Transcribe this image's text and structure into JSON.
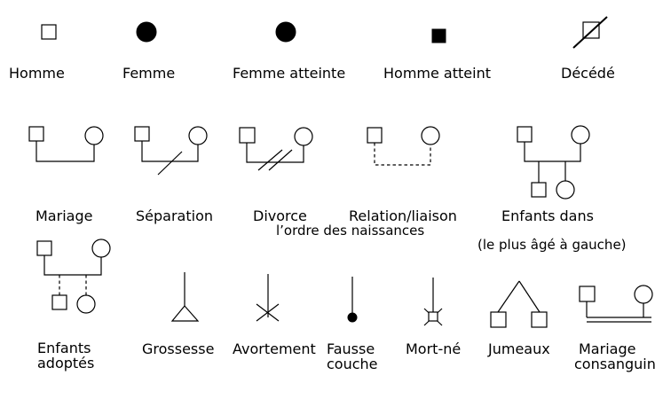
{
  "colors": {
    "background": "#ffffff",
    "line": "#000000",
    "text": "#000000"
  },
  "legend": {
    "individuals": [
      {
        "name": "homme",
        "symbol": "open-square",
        "label": "Homme"
      },
      {
        "name": "femme",
        "symbol": "filled-circle",
        "label": "Femme"
      },
      {
        "name": "femme-atteinte",
        "symbol": "filled-circle",
        "label": "Femme atteinte"
      },
      {
        "name": "homme-atteint",
        "symbol": "filled-square",
        "label": "Homme atteint"
      },
      {
        "name": "decede",
        "symbol": "slashed-square",
        "label": "Décédé"
      }
    ],
    "unions": [
      {
        "name": "mariage",
        "symbol": "couple-solid-line",
        "label": "Mariage"
      },
      {
        "name": "separation",
        "symbol": "couple-line-one-slash",
        "label": "Séparation"
      },
      {
        "name": "divorce",
        "symbol": "couple-line-two-slashes",
        "label": "Divorce"
      },
      {
        "name": "relation-liaison",
        "symbol": "couple-dashed-line",
        "label": "Relation/liaison"
      },
      {
        "name": "enfants-ordre",
        "symbol": "couple-with-children",
        "label": "Enfants dans",
        "label2": "l’ordre des naissances",
        "note": "(le plus âgé à gauche)"
      }
    ],
    "events": [
      {
        "name": "enfants-adoptes",
        "symbol": "couple-with-dashed-children",
        "label": "Enfants",
        "label2": "adoptés"
      },
      {
        "name": "grossesse",
        "symbol": "line-triangle",
        "label": "Grossesse"
      },
      {
        "name": "avortement",
        "symbol": "line-cross",
        "label": "Avortement"
      },
      {
        "name": "fausse-couche",
        "symbol": "line-dot",
        "label": "Fausse",
        "label2": "couche"
      },
      {
        "name": "mort-ne",
        "symbol": "line-small-square-cross",
        "label": "Mort-né"
      },
      {
        "name": "jumeaux",
        "symbol": "inverted-v-two-squares",
        "label": "Jumeaux"
      },
      {
        "name": "mariage-consanguin",
        "symbol": "couple-double-line",
        "label": "Mariage",
        "label2": "consanguin"
      }
    ]
  }
}
